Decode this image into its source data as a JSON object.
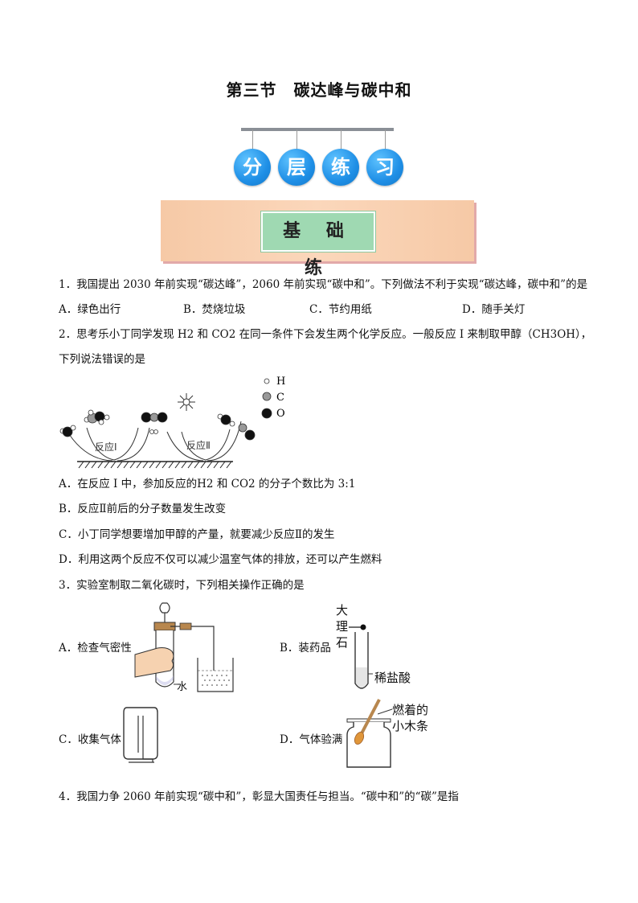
{
  "title": "第三节　碳达峰与碳中和",
  "header_badges": [
    "分",
    "层",
    "练",
    "习"
  ],
  "banner_label": "基 础 练",
  "q1": {
    "text": "1．我国提出 2030 年前实现“碳达峰”，2060 年前实现“碳中和”。下列做法不利于实现“碳达峰，碳中和”的是",
    "options": [
      "A．绿色出行",
      "B．焚烧垃圾",
      "C．节约用纸",
      "D．随手关灯"
    ]
  },
  "q2": {
    "line1": "2．思考乐小丁同学发现 H2 和 CO2 在同一条件下会发生两个化学反应。一般反应 I 来制取甲醇（CH3OH），",
    "line2": "下列说法错误的是",
    "figure": {
      "legend": [
        "H",
        "C",
        "O"
      ],
      "reaction1": "反应Ⅰ",
      "reaction2": "反应Ⅱ"
    },
    "options": [
      "A．在反应 I 中，参加反应的H2 和 CO2 的分子个数比为 3:1",
      "B．反应Ⅱ前后的分子数量发生改变",
      "C．小丁同学想要增加甲醇的产量，就要减少反应Ⅱ的发生",
      "D．利用这两个反应不仅可以减少温室气体的排放，还可以产生燃料"
    ]
  },
  "q3": {
    "text": "3．实验室制取二氧化碳时，下列相关操作正确的是",
    "options": [
      "A．检查气密性",
      "B．装药品",
      "C．收集气体",
      "D．气体验满"
    ],
    "labels": {
      "water": "水",
      "marble_1": "大",
      "marble_2": "理",
      "marble_3": "石",
      "acid": "稀盐酸",
      "stick_1": "燃着的",
      "stick_2": "小木条"
    }
  },
  "q4": {
    "text": "4．我国力争 2060 年前实现“碳中和”，彰显大国责任与担当。“碳中和”的“碳”是指"
  },
  "colors": {
    "badge": "#1f8fe6",
    "banner": "#fbd7bb",
    "banner_box": "#9fd9b2"
  }
}
